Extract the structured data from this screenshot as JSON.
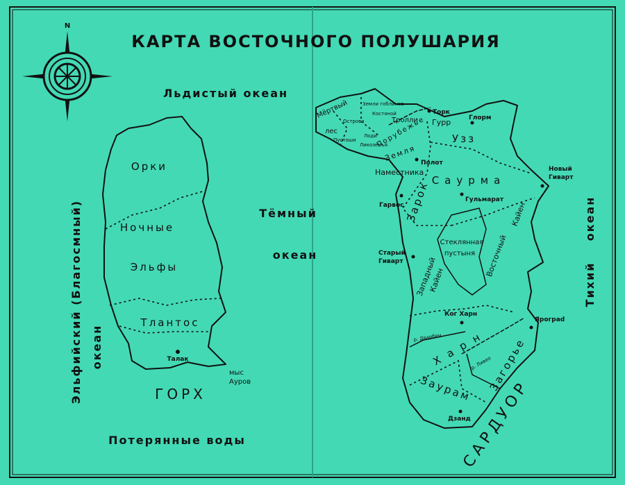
{
  "title": "КАРТА ВОСТОЧНОГО ПОЛУШАРИЯ",
  "compass": {
    "north": "N",
    "icon": "compass-rose-icon"
  },
  "colors": {
    "sea": "#43d9b4",
    "ink": "#111111"
  },
  "oceans": {
    "north": "Льдистый океан",
    "center_1": "Тёмный",
    "center_2": "океан",
    "west_1": "Эльфийский (Благосмный)",
    "west_2": "океан",
    "east_1": "Тихий",
    "east_2": "океан",
    "south": "Потерянные воды"
  },
  "west_continent": {
    "regions": [
      "Орки",
      "Ночные",
      "Эльфы",
      "Тлантос",
      "ГОРХ"
    ],
    "cities": [
      "Талак"
    ],
    "cape": [
      "мыс",
      "Ауров"
    ]
  },
  "east_continent": {
    "regions": [
      "Мёртвый",
      "лес",
      "Земли гоблинов",
      "Острова",
      "Костяной",
      "Пустоши",
      "Лоди",
      "Ликоземья",
      "Тролли",
      "Порубежье",
      "Земля",
      "Наместника",
      "Узз",
      "Саурма",
      "Зарок",
      "Стеклянная",
      "пустыня",
      "Западный",
      "Кайен",
      "Восточный",
      "Кайен",
      "Харн",
      "Загорье",
      "Заурам",
      "САРДУОР"
    ],
    "cities": [
      "Торк",
      "Гурр",
      "Глорм",
      "Полот",
      "Новый",
      "Гиварт",
      "Гарвос",
      "Гульмарат",
      "Старый",
      "Гиварт",
      "Ког Харн",
      "Ярограd",
      "Дзанд"
    ],
    "rivers": [
      "р. Дварбен",
      "р. Ливео"
    ]
  }
}
